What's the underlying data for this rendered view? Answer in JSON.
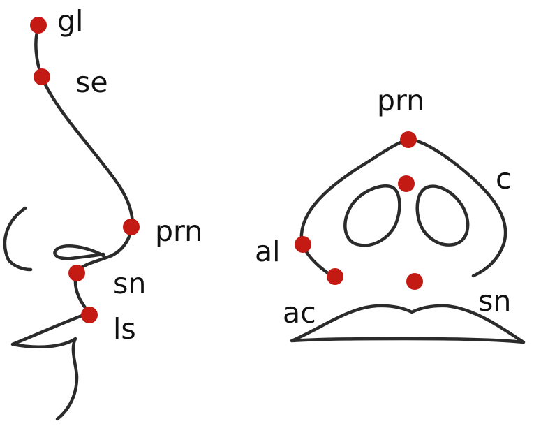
{
  "colors": {
    "outline": "#2b2b2b",
    "landmark": "#c41a14",
    "text": "#111111",
    "background": "#ffffff"
  },
  "profile_view": {
    "landmarks": {
      "gl": "gl",
      "se": "se",
      "prn": "prn",
      "sn": "sn",
      "ls": "ls"
    }
  },
  "basal_view": {
    "landmarks": {
      "prn": "prn",
      "c": "c",
      "al": "al",
      "ac": "ac",
      "sn": "sn"
    }
  }
}
